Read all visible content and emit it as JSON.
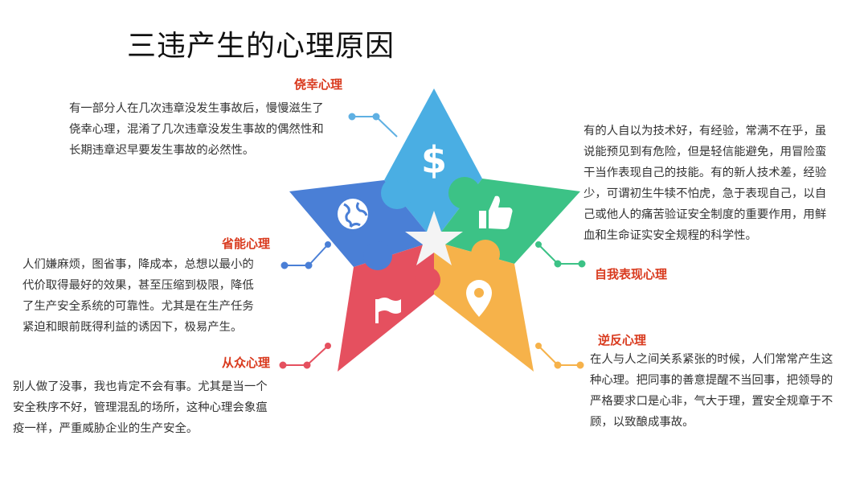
{
  "title": "三违产生的心理原因",
  "colors": {
    "heading": "#d93a1e",
    "top": "#4aaee3",
    "left": "#4a7fd6",
    "right": "#3cc286",
    "bottom_left": "#e5505f",
    "bottom_right": "#f6b24a",
    "center": "#f4f4f4"
  },
  "sections": {
    "luck": {
      "heading": "侥幸心理",
      "lines": [
        "有一部分人在几次违章没发生事故后，慢慢滋生了",
        "侥幸心理，混淆了几次违章没发生事故的偶然性和",
        "长期违章迟早要发生事故的必然性。"
      ],
      "icon": "dollar-icon"
    },
    "save_effort": {
      "heading": "省能心理",
      "lines": [
        "人们嫌麻烦，图省事，降成本，总想以最小的",
        "代价取得最好的效果，甚至压缩到极限，降低",
        "了生产安全系统的可靠性。尤其是在生产任务",
        "紧迫和眼前既得利益的诱因下，极易产生。"
      ],
      "icon": "globe-icon"
    },
    "herd": {
      "heading": "从众心理",
      "lines": [
        "别人做了没事，我也肯定不会有事。尤其是当一个",
        "安全秩序不好，管理混乱的场所，这种心理会象瘟",
        "疫一样，严重威胁企业的生产安全。"
      ],
      "icon": "flag-icon"
    },
    "self_show": {
      "heading": "自我表现心理",
      "lines": [
        "有的人自以为技术好，有经验，常满不在乎，虽",
        "说能预见到有危险，但是轻信能避免，用冒险蛮",
        "干当作表现自己的技能。有的新人技术差，经验",
        "少，可谓初生牛犊不怕虎，急于表现自己，以自",
        "己或他人的痛苦验证安全制度的重要作用，用鲜",
        "血和生命证实安全规程的科学性。"
      ],
      "icon": "thumbs-up-icon"
    },
    "rebel": {
      "heading": "逆反心理",
      "lines": [
        "在人与人之间关系紧张的时候，人们常常产生这",
        "种心理。把同事的善意提醒不当回事，把领导的",
        "严格要求口是心非，气大于理，置安全规章于不",
        "顾，以致酿成事故。"
      ],
      "icon": "location-pin-icon"
    }
  }
}
